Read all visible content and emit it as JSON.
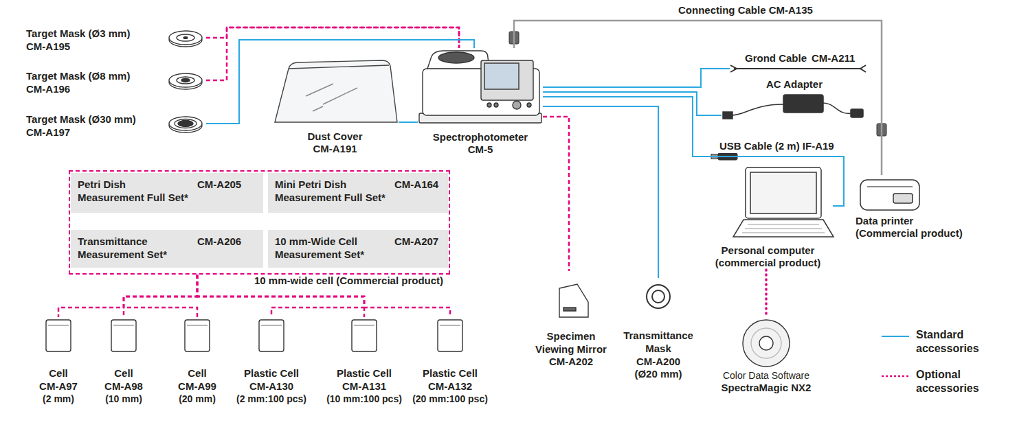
{
  "diagram": {
    "nodes": [
      {
        "text": [
          "Target Mask (Ø3 mm)",
          "CM-A195"
        ]
      },
      {
        "text": [
          "Target Mask (Ø8 mm)",
          "CM-A196"
        ]
      },
      {
        "text": [
          "Target Mask (Ø30 mm)",
          "CM-A197"
        ]
      },
      {
        "text": [
          "Dust Cover",
          "CM-A191"
        ]
      },
      {
        "text": [
          "Spectrophotometer",
          "CM-5"
        ]
      },
      {
        "text": [
          "Grond Cable",
          "CM-A211"
        ]
      },
      {
        "text": [
          "AC Adapter"
        ]
      },
      {
        "text": [
          "Personal computer (commercial product)"
        ]
      },
      {
        "text": [
          "Data printer (Commercial product)"
        ]
      },
      {
        "text": [
          "10 mm-wide cell (Commercial product)"
        ]
      },
      {
        "text": [
          "Petri Dish Measurement Full Set*",
          "CM-A205"
        ],
        "in": 9
      },
      {
        "text": [
          "Mini Petri Dish Measurement Full Set*",
          "CM-A164"
        ],
        "in": 9
      },
      {
        "text": [
          "Transmittance Measurement Set*",
          "CM-A206"
        ],
        "in": 9
      },
      {
        "text": [
          "10 mm-Wide Cell Measurement Set*",
          "CM-A207"
        ],
        "in": 9
      },
      {
        "text": [
          "Cell",
          "CM-A97",
          "(2 mm)"
        ]
      },
      {
        "text": [
          "Cell",
          "CM-A98",
          "(10 mm)"
        ]
      },
      {
        "text": [
          "Cell",
          "CM-A99",
          "(20 mm)"
        ]
      },
      {
        "text": [
          "Plastic Cell",
          "CM-A130",
          "(2 mm:100 pcs)"
        ]
      },
      {
        "text": [
          "Plastic Cell",
          "CM-A131",
          "(10 mm:100 pcs)"
        ]
      },
      {
        "text": [
          "Plastic Cell",
          "CM-A132",
          "(20 mm:100 psc)"
        ]
      },
      {
        "text": [
          "Specimen Viewing Mirror",
          "CM-A202"
        ]
      },
      {
        "text": [
          "Transmittance Mask",
          "CM-A200",
          "(Ø20 mm)"
        ]
      },
      {
        "text": [
          "Color Data Software",
          "SpectraMagic NX2"
        ]
      }
    ],
    "edges": [
      {
        "from": 0,
        "to": 4,
        "arrow": "none"
      },
      {
        "from": 1,
        "to": 4,
        "arrow": "none"
      },
      {
        "from": 2,
        "to": 4,
        "arrow": "none"
      },
      {
        "from": 3,
        "to": 4,
        "arrow": "none"
      },
      {
        "from": 4,
        "to": 8,
        "label": "Connecting Cable CM-A135",
        "arrow": "none"
      },
      {
        "from": 4,
        "to": 5,
        "arrow": "none"
      },
      {
        "from": 4,
        "to": 6,
        "arrow": "none"
      },
      {
        "from": 4,
        "to": 7,
        "label": "USB Cable (2 m) IF-A19",
        "arrow": "none"
      },
      {
        "from": 4,
        "to": 20,
        "arrow": "none"
      },
      {
        "from": 4,
        "to": 21,
        "arrow": "none"
      },
      {
        "from": 7,
        "to": 22,
        "arrow": "none"
      },
      {
        "from": 9,
        "to": 14,
        "arrow": "none"
      },
      {
        "from": 9,
        "to": 15,
        "arrow": "none"
      },
      {
        "from": 9,
        "to": 16,
        "arrow": "none"
      },
      {
        "from": 9,
        "to": 17,
        "arrow": "none"
      },
      {
        "from": 9,
        "to": 18,
        "arrow": "none"
      },
      {
        "from": 9,
        "to": 19,
        "arrow": "none"
      }
    ],
    "legend": [
      {
        "text": "Standard accessories"
      },
      {
        "text": "Optional accessories"
      }
    ]
  }
}
